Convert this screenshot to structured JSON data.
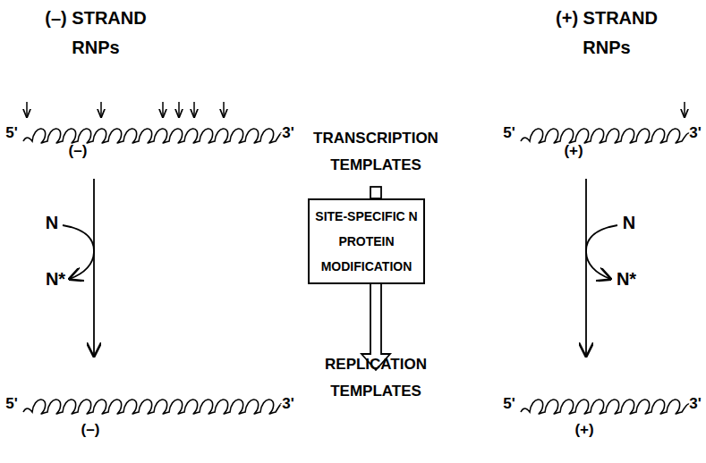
{
  "diagram": {
    "nodes": [
      {
        "text": [
          "SITE-SPECIFIC N PROTEIN MODIFICATION"
        ]
      }
    ],
    "labels": [
      "(–) STRAND RNPs",
      "(+) STRAND RNPs",
      "TRANSCRIPTION TEMPLATES",
      "REPLICATION TEMPLATES",
      "5'",
      "3'",
      "(–)",
      "5'",
      "3'",
      "(+)",
      "5'",
      "3'",
      "(–)",
      "5'",
      "3'",
      "(+)",
      "N",
      "N*",
      "N",
      "N*"
    ]
  }
}
